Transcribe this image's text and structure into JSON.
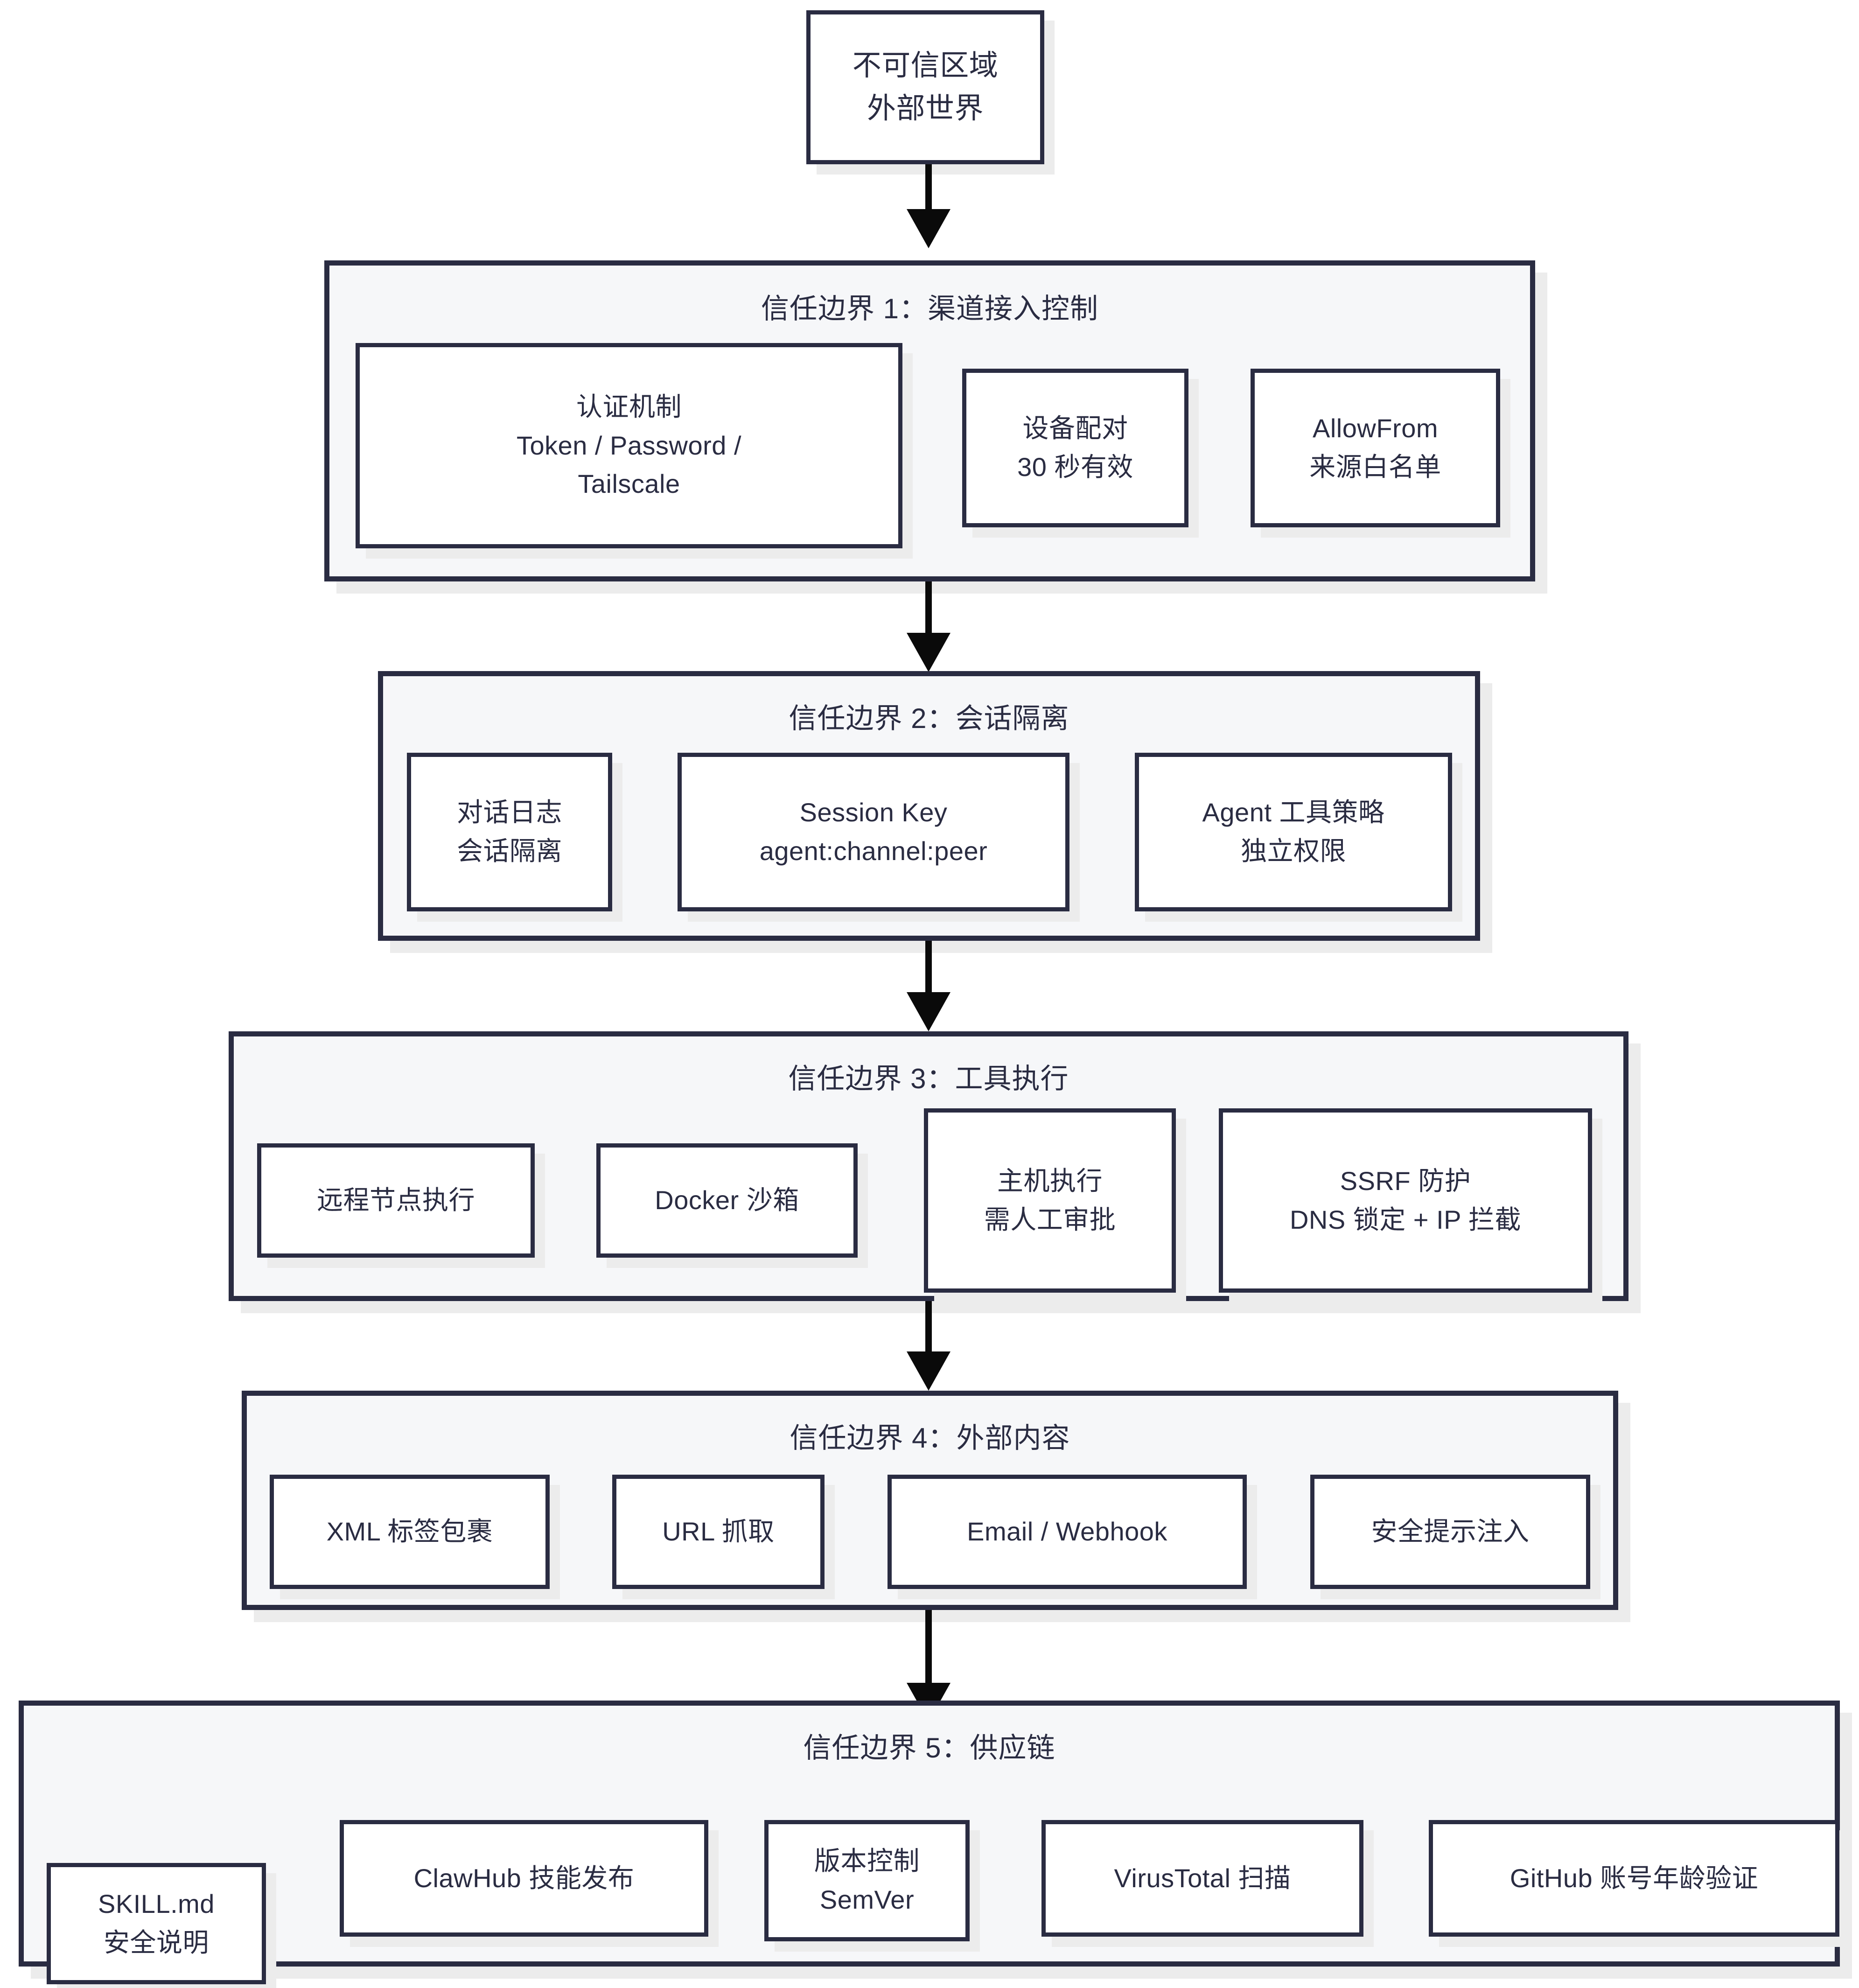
{
  "diagram": {
    "type": "layered-trust-boundary-flow",
    "source_node": {
      "lines": [
        "不可信区域",
        "外部世界"
      ]
    },
    "boundaries": [
      {
        "id": "tb1",
        "title": "信任边界 1：渠道接入控制",
        "nodes": [
          {
            "id": "auth",
            "lines": [
              "认证机制",
              "Token / Password /",
              "Tailscale"
            ]
          },
          {
            "id": "pairing",
            "lines": [
              "设备配对",
              "30 秒有效"
            ]
          },
          {
            "id": "allowfrom",
            "lines": [
              "AllowFrom",
              "来源白名单"
            ]
          }
        ]
      },
      {
        "id": "tb2",
        "title": "信任边界 2：会话隔离",
        "nodes": [
          {
            "id": "chatlog",
            "lines": [
              "对话日志",
              "会话隔离"
            ]
          },
          {
            "id": "session-key",
            "lines": [
              "Session Key",
              "agent:channel:peer"
            ]
          },
          {
            "id": "agent-policy",
            "lines": [
              "Agent 工具策略",
              "独立权限"
            ]
          }
        ]
      },
      {
        "id": "tb3",
        "title": "信任边界 3：工具执行",
        "nodes": [
          {
            "id": "remote-node",
            "lines": [
              "远程节点执行"
            ]
          },
          {
            "id": "docker",
            "lines": [
              "Docker 沙箱"
            ]
          },
          {
            "id": "host-exec",
            "lines": [
              "主机执行",
              "需人工审批"
            ]
          },
          {
            "id": "ssrf",
            "lines": [
              "SSRF 防护",
              "DNS 锁定 + IP 拦截"
            ]
          }
        ]
      },
      {
        "id": "tb4",
        "title": "信任边界 4：外部内容",
        "nodes": [
          {
            "id": "xml-wrap",
            "lines": [
              "XML 标签包裹"
            ]
          },
          {
            "id": "url-fetch",
            "lines": [
              "URL 抓取"
            ]
          },
          {
            "id": "email-webhook",
            "lines": [
              "Email / Webhook"
            ]
          },
          {
            "id": "safety-prompt",
            "lines": [
              "安全提示注入"
            ]
          }
        ]
      },
      {
        "id": "tb5",
        "title": "信任边界 5：供应链",
        "nodes": [
          {
            "id": "skill-md",
            "lines": [
              "SKILL.md",
              "安全说明"
            ]
          },
          {
            "id": "clawhub",
            "lines": [
              "ClawHub 技能发布"
            ]
          },
          {
            "id": "semver",
            "lines": [
              "版本控制",
              "SemVer"
            ]
          },
          {
            "id": "virustotal",
            "lines": [
              "VirusTotal 扫描"
            ]
          },
          {
            "id": "github-age",
            "lines": [
              "GitHub 账号年龄验证"
            ]
          }
        ]
      }
    ],
    "arrow_count": 5,
    "colors": {
      "border": "#2a2c42",
      "boundary_fill": "#f6f7f9",
      "node_fill": "#ffffff",
      "text": "#2a2c42",
      "arrow": "#0a0a0a",
      "shadow": "#ececec",
      "page_background": "#ffffff"
    }
  }
}
